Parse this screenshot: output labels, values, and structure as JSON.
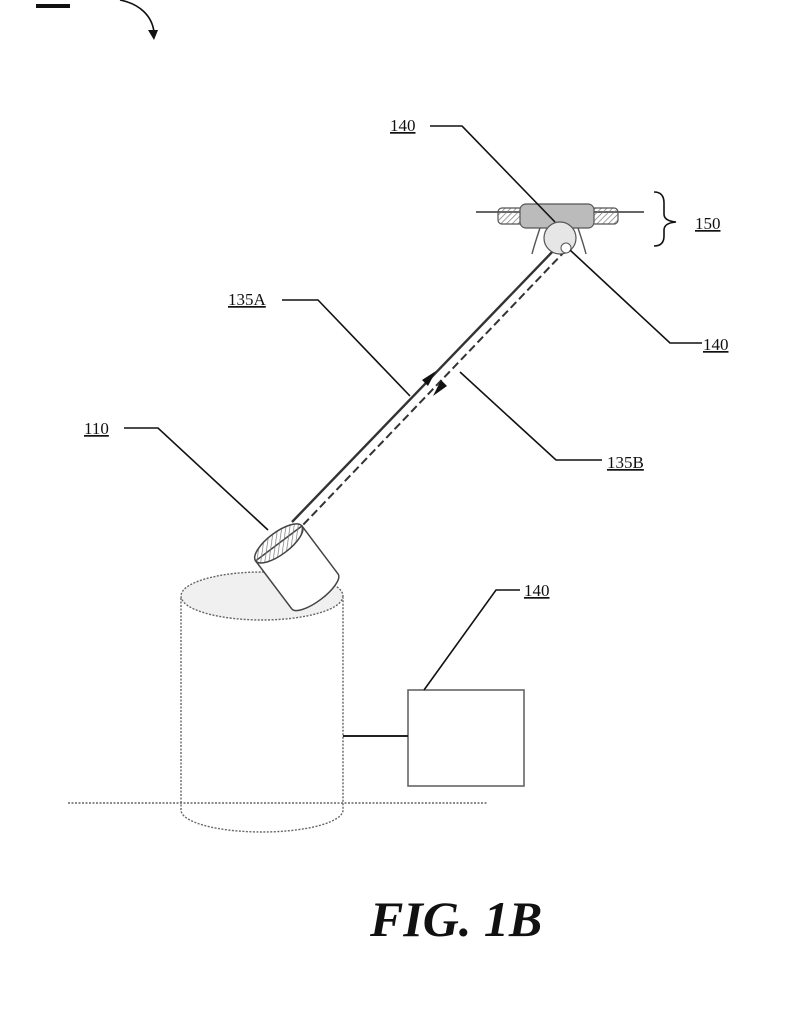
{
  "figure": {
    "title": "FIG. 1B",
    "labels": {
      "drone_top": "140",
      "drone_bracket": "150",
      "drone_bottom": "140",
      "beam_a": "135A",
      "beam_b": "135B",
      "laser_unit": "110",
      "controller_box": "140"
    }
  }
}
